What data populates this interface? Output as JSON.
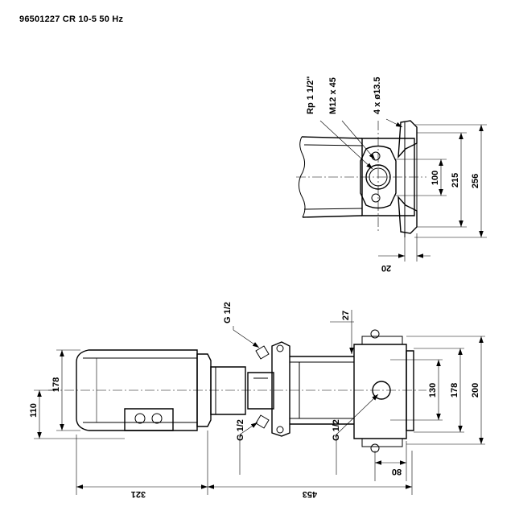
{
  "title": "96501227 CR 10-5 50 Hz",
  "top_view": {
    "labels": {
      "connection_thread": "Rp 1 1/2\"",
      "bolt_thread": "M12 x 45",
      "holes": "4 x ø13.5"
    },
    "dimensions": {
      "inner": "100",
      "middle": "215",
      "outer": "256",
      "foot": "20"
    }
  },
  "side_view": {
    "labels": {
      "top_plug": "G 1/2",
      "bottom_plug_left": "G 1/2",
      "bottom_plug_right": "G 1/2"
    },
    "dimensions": {
      "left_outer": "178",
      "left_inner": "110",
      "top_small": "27",
      "right_inner": "130",
      "right_middle": "178",
      "right_outer": "200",
      "bottom_short": "80",
      "motor_length": "321",
      "pump_length": "453"
    }
  }
}
